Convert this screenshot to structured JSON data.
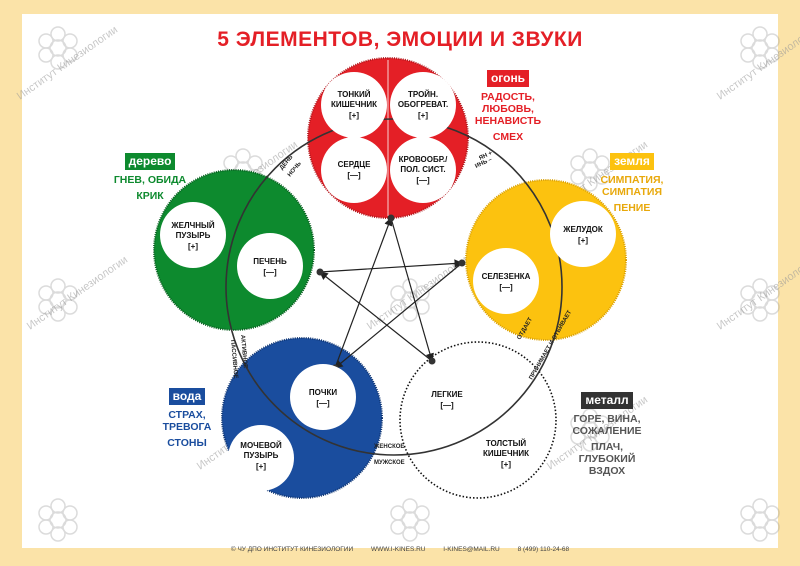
{
  "title": "5 ЭЛЕМЕНТОВ, ЭМОЦИИ И ЗВУКИ",
  "watermark": "Институт Кинезиологии",
  "colors": {
    "fire": "#e41f26",
    "earth": "#fcc20f",
    "metal": "#333333",
    "water": "#1a4d9e",
    "wood": "#0d8a2e"
  },
  "elements": {
    "fire": {
      "name": "огонь",
      "emotion": "РАДОСТЬ, ЛЮБОВЬ, НЕНАВИСТЬ",
      "sound": "СМЕХ",
      "organs": [
        {
          "label": "ТОНКИЙ КИШЕЧНИК",
          "sign": "[+]"
        },
        {
          "label": "ТРОЙН. ОБОГРЕВАТ.",
          "sign": "[+]"
        },
        {
          "label": "СЕРДЦЕ",
          "sign": "[—]"
        },
        {
          "label": "КРОВООБР./ ПОЛ. СИСТ.",
          "sign": "[—]"
        }
      ]
    },
    "earth": {
      "name": "земля",
      "emotion": "СИМПАТИЯ, СИМПАТИЯ",
      "sound": "ПЕНИЕ",
      "organs": [
        {
          "label": "ЖЕЛУДОК",
          "sign": "[+]"
        },
        {
          "label": "СЕЛЕЗЕНКА",
          "sign": "[—]"
        }
      ]
    },
    "metal": {
      "name": "металл",
      "emotion": "ГОРЕ, ВИНА, СОЖАЛЕНИЕ",
      "sound": "ПЛАЧ, ГЛУБОКИЙ ВЗДОХ",
      "organs": [
        {
          "label": "ЛЕГКИЕ",
          "sign": "[—]"
        },
        {
          "label": "ТОЛСТЫЙ КИШЕЧНИК",
          "sign": "[+]"
        }
      ]
    },
    "water": {
      "name": "вода",
      "emotion": "СТРАХ, ТРЕВОГА",
      "sound": "СТОНЫ",
      "organs": [
        {
          "label": "ПОЧКИ",
          "sign": "[—]"
        },
        {
          "label": "МОЧЕВОЙ ПУЗЫРЬ",
          "sign": "[+]"
        }
      ]
    },
    "wood": {
      "name": "дерево",
      "emotion": "ГНЕВ, ОБИДА",
      "sound": "КРИК",
      "organs": [
        {
          "label": "ЖЕЛЧНЫЙ ПУЗЫРЬ",
          "sign": "[+]"
        },
        {
          "label": "ПЕЧЕНЬ",
          "sign": "[—]"
        }
      ]
    }
  },
  "ring_labels": {
    "day": "ДЕНЬ",
    "night": "НОЧЬ",
    "yang": "ЯН +",
    "yin": "ИНЬ –",
    "gives": "ОТДАЕТ",
    "takes": "ПРИНИМАЕТ И ОТБИВАЕТ",
    "passive": "ПАССИВНОЕ",
    "active": "АКТИВНОЕ",
    "female": "ЖЕНСКОЕ",
    "male": "МУЖСКОЕ"
  },
  "footer": {
    "org": "© ЧУ ДПО ИНСТИТУТ КИНЕЗИОЛОГИИ",
    "site": "WWW.I-KINES.RU",
    "email": "I-KINES@MAIL.RU",
    "phone": "8 (499) 110-24-68"
  }
}
